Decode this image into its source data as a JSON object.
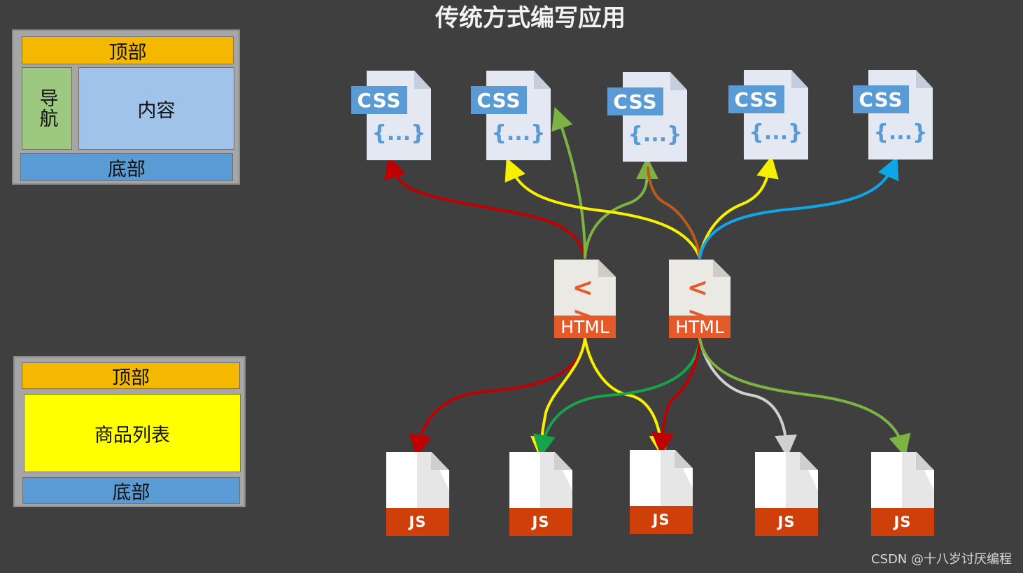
{
  "title": "传统方式编写应用",
  "layout1": {
    "top": "顶部",
    "nav": "导航",
    "content": "内容",
    "bottom": "底部"
  },
  "layout2": {
    "top": "顶部",
    "product_list": "商品列表",
    "bottom": "底部"
  },
  "css_files": [
    "CSS",
    "CSS",
    "CSS",
    "CSS",
    "CSS"
  ],
  "css_braces": "{...}",
  "html_files": [
    "HTML",
    "HTML"
  ],
  "html_code": "<>",
  "js_files": [
    "JS",
    "JS",
    "JS",
    "JS",
    "JS"
  ],
  "watermark": "CSDN @十八岁讨厌编程",
  "colors": {
    "background": "#3f3f3f",
    "css_blue": "#5b9bd5",
    "html_orange": "#e45a2a",
    "js_red": "#cf3f0a",
    "arrow_red": "#c00000",
    "arrow_yellow": "#f7f000",
    "arrow_green": "#7cb342",
    "arrow_darkgreen": "#16a34a",
    "arrow_brown": "#b85c1a",
    "arrow_blue": "#0ea5e9",
    "arrow_gray": "#d0d0d0"
  }
}
